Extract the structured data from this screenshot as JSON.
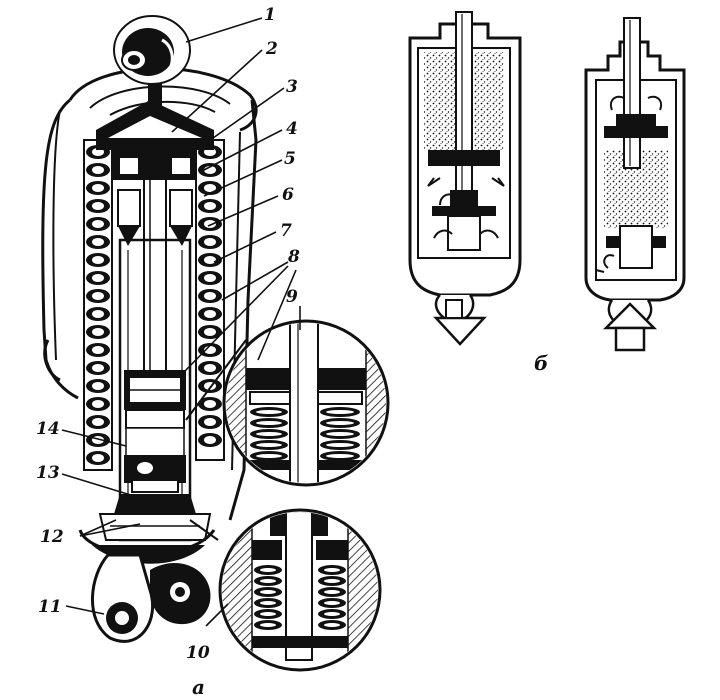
{
  "labels": {
    "l1": "1",
    "l2": "2",
    "l3": "3",
    "l4": "4",
    "l5": "5",
    "l6": "6",
    "l7": "7",
    "l8": "8",
    "l9": "9",
    "l10": "10",
    "l11": "11",
    "l12": "12",
    "l13": "13",
    "l14": "14",
    "view_a": "а",
    "view_b": "б"
  }
}
